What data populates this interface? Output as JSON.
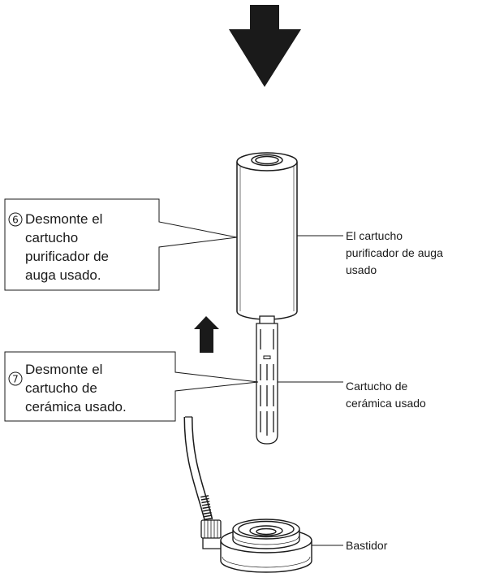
{
  "callouts": {
    "step6": {
      "number": "6",
      "lines": [
        "Desmonte el",
        "cartucho",
        "purificador de",
        "auga usado."
      ]
    },
    "step7": {
      "number": "7",
      "lines": [
        "Desmonte el",
        "cartucho de",
        "cerámica usado."
      ]
    }
  },
  "labels": {
    "filter_cartridge": [
      "El cartucho",
      "purificador de auga",
      "usado"
    ],
    "ceramic_cartridge": [
      "Cartucho de",
      "cerámica usado"
    ],
    "housing": [
      "Bastidor"
    ]
  },
  "icons": {
    "big_arrow": "arrow-down-icon",
    "small_arrow": "arrow-up-icon"
  },
  "colors": {
    "ink": "#1a1a1a",
    "fill": "#ffffff"
  }
}
